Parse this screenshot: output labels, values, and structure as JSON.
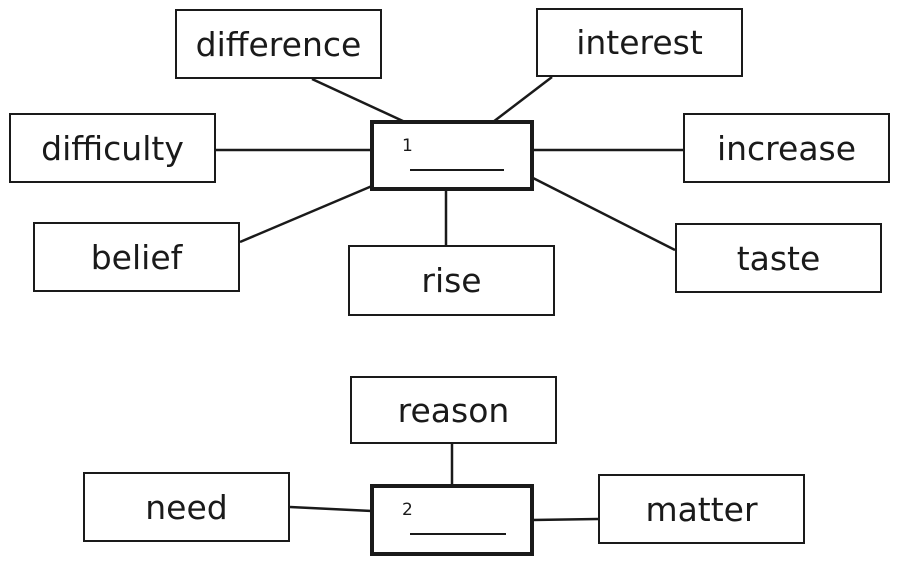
{
  "diagram1": {
    "gap_number": "1",
    "words": {
      "difference": "difference",
      "interest": "interest",
      "difficulty": "difficulty",
      "increase": "increase",
      "belief": "belief",
      "rise": "rise",
      "taste": "taste"
    }
  },
  "diagram2": {
    "gap_number": "2",
    "words": {
      "reason": "reason",
      "need": "need",
      "matter": "matter"
    }
  }
}
